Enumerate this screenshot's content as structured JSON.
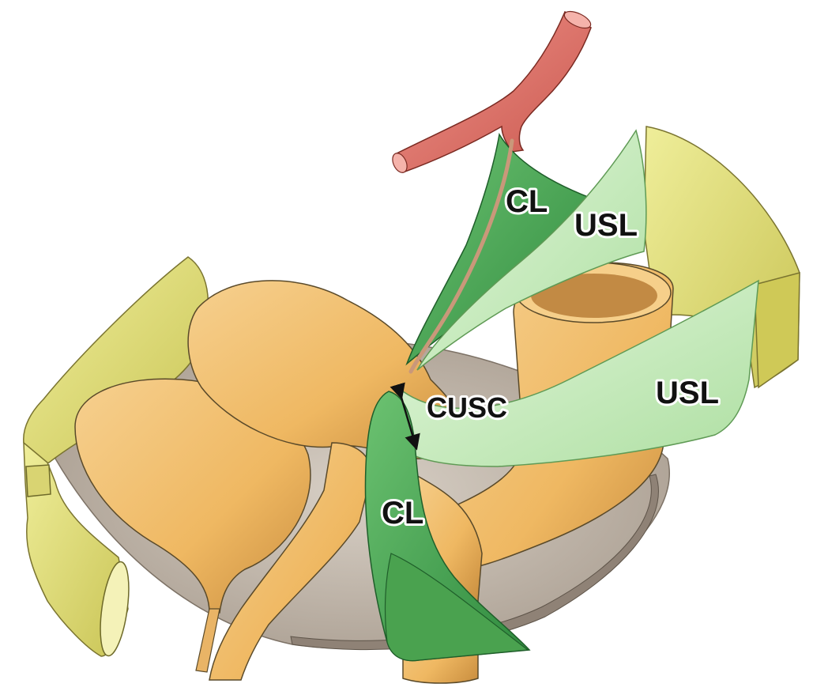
{
  "labels": {
    "cl_upper": "CL",
    "usl_upper": "USL",
    "usl_lower": "USL",
    "cusc": "CUSC",
    "cl_lower": "CL"
  },
  "colors": {
    "artery": "#e07a6e",
    "cardinal_ligament": "#4fa656",
    "uterosacral_ligament": "#cdeec4",
    "organ": "#f2c071",
    "yellow_tissue": "#e2e07a",
    "pelvic_floor": "#c9bfb3",
    "label_text": "#111111"
  }
}
